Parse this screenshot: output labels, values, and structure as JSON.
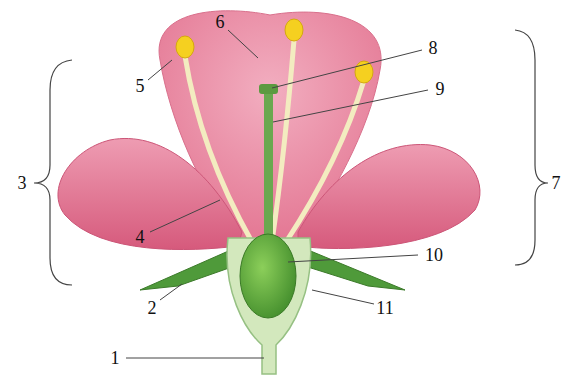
{
  "diagram": {
    "labels": [
      "6",
      "8",
      "5",
      "9",
      "3",
      "7",
      "4",
      "10",
      "2",
      "11",
      "1"
    ]
  }
}
